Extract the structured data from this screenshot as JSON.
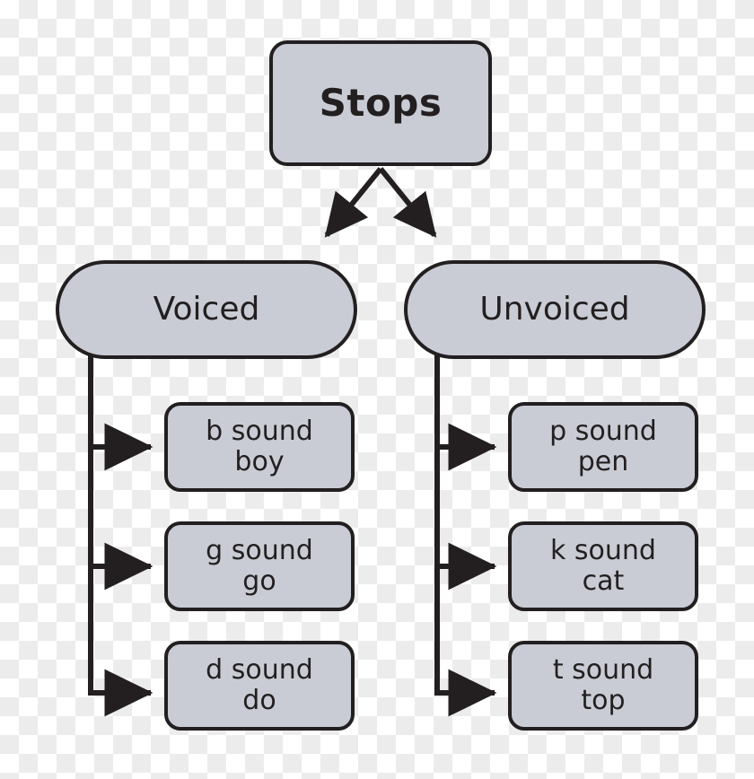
{
  "diagram": {
    "title": "Stops",
    "type": "tree-diagram",
    "colors": {
      "node_fill": "#c9ccd4",
      "node_stroke": "#231f20",
      "text": "#231f20",
      "background": "transparent-checkerboard"
    },
    "root": {
      "label": "Stops"
    },
    "branches": [
      {
        "label": "Voiced",
        "side": "left",
        "children": [
          {
            "line1": "b sound",
            "line2": "boy"
          },
          {
            "line1": "g sound",
            "line2": "go"
          },
          {
            "line1": "d sound",
            "line2": "do"
          }
        ]
      },
      {
        "label": "Unvoiced",
        "side": "right",
        "children": [
          {
            "line1": "p sound",
            "line2": "pen"
          },
          {
            "line1": "k sound",
            "line2": "cat"
          },
          {
            "line1": "t sound",
            "line2": "top"
          }
        ]
      }
    ]
  }
}
